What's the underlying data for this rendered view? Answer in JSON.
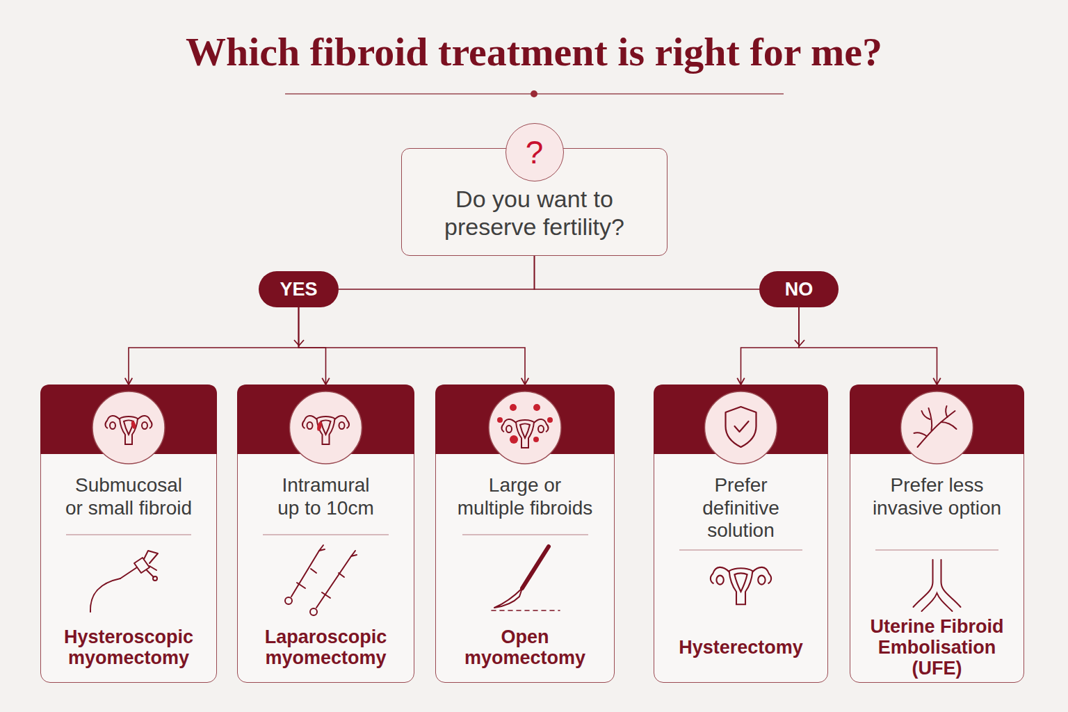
{
  "diagram": {
    "title": "Which fibroid treatment is right for me?",
    "nodes": [
      {
        "text": [
          "?",
          "Do you want to preserve fertility?"
        ]
      },
      {
        "text": [
          "YES"
        ]
      },
      {
        "text": [
          "NO"
        ]
      },
      {
        "text": [
          "Submucosal or small fibroid",
          "Hysteroscopic myomectomy"
        ]
      },
      {
        "text": [
          "Intramural up to 10cm",
          "Laparoscopic myomectomy"
        ]
      },
      {
        "text": [
          "Large or multiple fibroids",
          "Open myomectomy"
        ]
      },
      {
        "text": [
          "Prefer definitive solution",
          "Hysterectomy"
        ]
      },
      {
        "text": [
          "Prefer less invasive option",
          "Uterine Fibroid Embolisation (UFE)"
        ]
      }
    ],
    "edges": [
      {
        "from": 0,
        "to": 1,
        "arrow": "none"
      },
      {
        "from": 0,
        "to": 2,
        "arrow": "none"
      },
      {
        "from": 1,
        "to": 3,
        "arrow": "to"
      },
      {
        "from": 1,
        "to": 4,
        "arrow": "to"
      },
      {
        "from": 1,
        "to": 5,
        "arrow": "to"
      },
      {
        "from": 2,
        "to": 6,
        "arrow": "to"
      },
      {
        "from": 2,
        "to": 7,
        "arrow": "to"
      }
    ]
  }
}
